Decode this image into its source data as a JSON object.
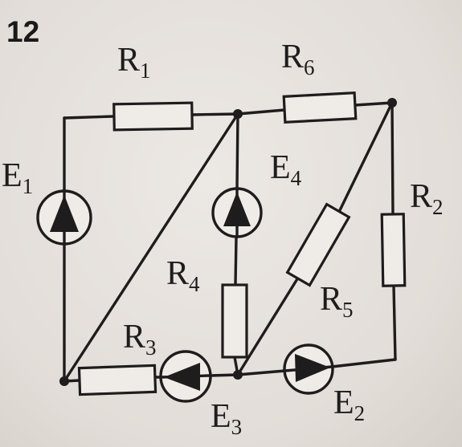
{
  "problem_number": "12",
  "resistors": {
    "r1": {
      "letter": "R",
      "index": "1"
    },
    "r2": {
      "letter": "R",
      "index": "2"
    },
    "r3": {
      "letter": "R",
      "index": "3"
    },
    "r4": {
      "letter": "R",
      "index": "4"
    },
    "r5": {
      "letter": "R",
      "index": "5"
    },
    "r6": {
      "letter": "R",
      "index": "6"
    }
  },
  "sources": {
    "e1": {
      "letter": "E",
      "index": "1"
    },
    "e2": {
      "letter": "E",
      "index": "2"
    },
    "e3": {
      "letter": "E",
      "index": "3"
    },
    "e4": {
      "letter": "E",
      "index": "4"
    }
  },
  "colors": {
    "ink": "#1e1c1c",
    "paper": "#e6e1dc"
  }
}
